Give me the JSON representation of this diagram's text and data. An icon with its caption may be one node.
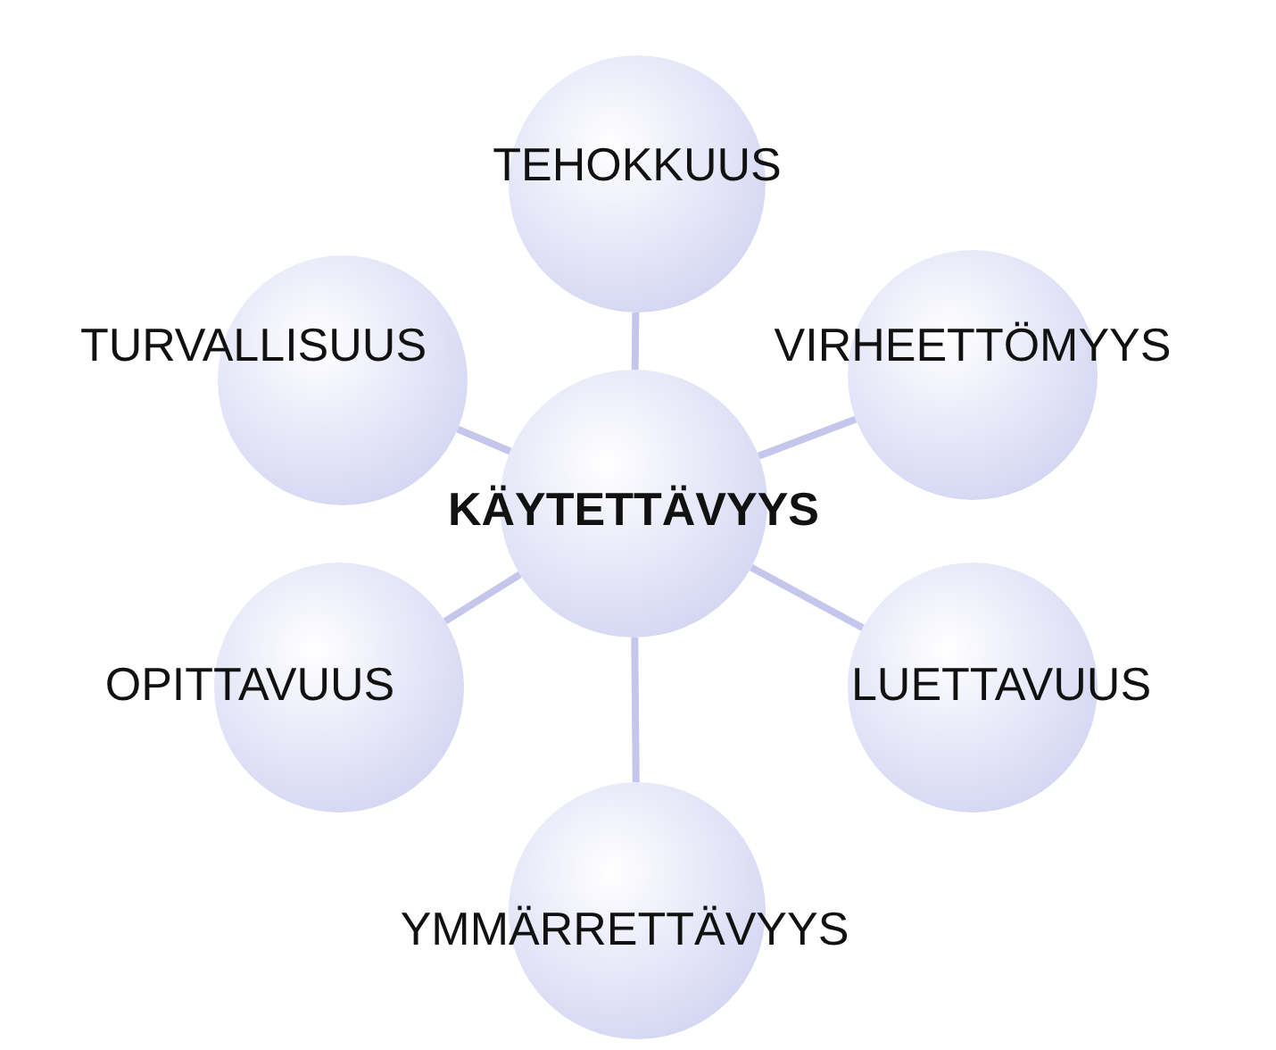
{
  "diagram": {
    "nodes": [
      {
        "text": [
          "TEHOKKUUS"
        ]
      },
      {
        "text": [
          "TURVALLISUUS"
        ]
      },
      {
        "text": [
          "VIRHEETTÖMYYS"
        ]
      },
      {
        "text": [
          "KÄYTETTÄVYYS"
        ]
      },
      {
        "text": [
          "OPITTAVUUS"
        ]
      },
      {
        "text": [
          "LUETTAVUUS"
        ]
      },
      {
        "text": [
          "YMMÄRRETTÄVYYS"
        ]
      }
    ],
    "edges": [
      {
        "from": 3,
        "to": 0,
        "arrow": "none"
      },
      {
        "from": 3,
        "to": 1,
        "arrow": "none"
      },
      {
        "from": 3,
        "to": 2,
        "arrow": "none"
      },
      {
        "from": 3,
        "to": 4,
        "arrow": "none"
      },
      {
        "from": 3,
        "to": 5,
        "arrow": "none"
      },
      {
        "from": 3,
        "to": 6,
        "arrow": "none"
      }
    ]
  }
}
